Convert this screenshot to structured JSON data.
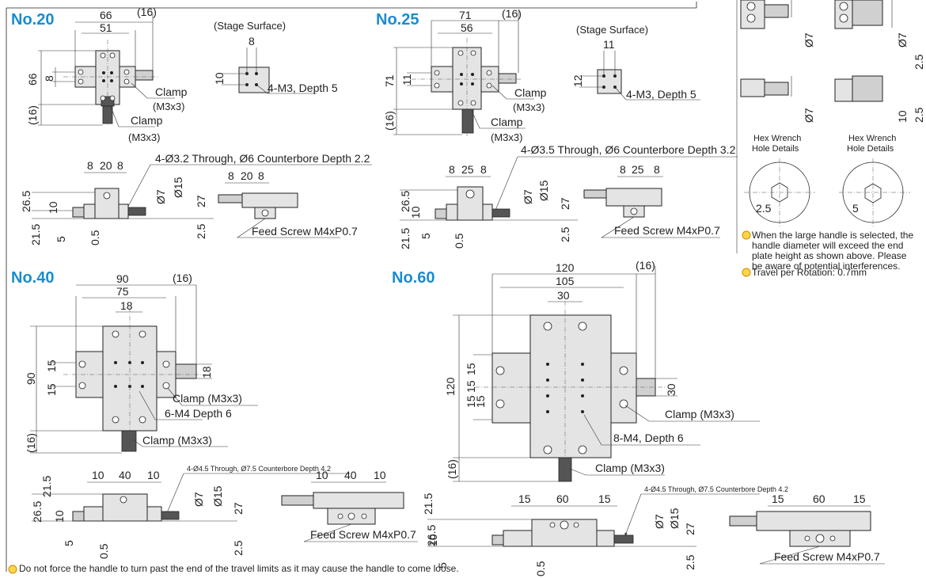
{
  "models": {
    "n20": {
      "title": "No.20",
      "w": "66",
      "h16": "(16)",
      "inner": "51",
      "h": "66",
      "p": "8",
      "h16b": "(16)",
      "clamp1": "Clamp",
      "clamp1b": "(M3x3)",
      "clamp2": "Clamp",
      "clamp2b": "(M3x3)",
      "stage": "(Stage Surface)",
      "st_w": "8",
      "st_h": "10",
      "st_note": "4-M3, Depth 5",
      "hole": "4-Ø3.2 Through, Ø6 Counterbore Depth 2.2",
      "s1": "8",
      "s2": "20",
      "s3": "8",
      "t1": "8",
      "t2": "20",
      "t3": "8",
      "v1": "26.5",
      "v2": "10",
      "v3": "21.5",
      "v4": "5",
      "v5": "0.5",
      "d7": "Ø7",
      "d15": "Ø15",
      "v27": "27",
      "v25": "2.5",
      "feed": "Feed Screw M4xP0.7"
    },
    "n25": {
      "title": "No.25",
      "w": "71",
      "h16": "(16)",
      "inner": "56",
      "h": "71",
      "p": "11",
      "h16b": "(16)",
      "clamp1": "Clamp",
      "clamp1b": "(M3x3)",
      "clamp2": "Clamp",
      "clamp2b": "(M3x3)",
      "stage": "(Stage Surface)",
      "st_w": "11",
      "st_h": "12",
      "st_note": "4-M3, Depth 5",
      "hole": "4-Ø3.5 Through, Ø6 Counterbore Depth 3.2",
      "s1": "8",
      "s2": "25",
      "s3": "8",
      "t1": "8",
      "t2": "25",
      "t3": "8",
      "v1": "26.5",
      "v2": "10",
      "v3": "21.5",
      "v4": "5",
      "v5": "0.5",
      "d7": "Ø7",
      "d15": "Ø15",
      "v27": "27",
      "v25": "2.5",
      "feed": "Feed Screw M4xP0.7"
    },
    "n40": {
      "title": "No.40",
      "w": "90",
      "h16": "(16)",
      "inner": "75",
      "c18": "18",
      "h": "90",
      "a": "15",
      "b": "15",
      "h16b": "(16)",
      "side18": "18",
      "clamp1": "Clamp (M3x3)",
      "clamp2": "Clamp (M3x3)",
      "taps": "6-M4 Depth 6",
      "hole": "4-Ø4.5 Through,  Ø7.5 Counterbore Depth 4.2",
      "s1": "10",
      "s2": "40",
      "s3": "10",
      "t1": "10",
      "t2": "40",
      "t3": "10",
      "v0": "21.5",
      "v1": "26.5",
      "v2": "10",
      "v4": "5",
      "v5": "0.5",
      "d7": "Ø7",
      "d15": "Ø15",
      "v27": "27",
      "v25": "2.5",
      "feed": "Feed Screw M4xP0.7"
    },
    "n60": {
      "title": "No.60",
      "w": "120",
      "h16": "(16)",
      "inner": "105",
      "c30": "30",
      "h": "120",
      "a": "15",
      "b": "15",
      "c": "15",
      "d": "15",
      "h16b": "(16)",
      "side30": "30",
      "clamp1": "Clamp (M3x3)",
      "clamp2": "Clamp (M3x3)",
      "taps": "8-M4, Depth 6",
      "hole": "4-Ø4.5 Through,  Ø7.5 Counterbore Depth 4.2",
      "s1": "15",
      "s2": "60",
      "s3": "15",
      "t1": "15",
      "t2": "60",
      "t3": "15",
      "v0": "21.5",
      "v1": "26.5",
      "v2": "10",
      "v4": "5",
      "v5": "0.5",
      "d7": "Ø7",
      "d15": "Ø15",
      "v27": "27",
      "v25": "2.5",
      "feed": "Feed Screw M4xP0.7"
    }
  },
  "handles": {
    "d7a": "Ø7",
    "d7b": "Ø7",
    "r25a": "2.5",
    "r10": "10",
    "r25b": "2.5",
    "hex1": "Hex Wrench",
    "hex1b": "Hole Details",
    "hex2": "Hex Wrench",
    "hex2b": "Hole Details",
    "hx1": "2.5",
    "hx2": "5"
  },
  "notes": {
    "large_handle": "When the large handle is selected, the handle diameter will exceed the end plate height as shown above. Please be aware of potential interferences.",
    "travel": "Travel per Rotation: 0.7mm",
    "footer": "Do not force the handle to turn past the end of the travel limits as it may cause the handle to come loose."
  },
  "colors": {
    "title": "#1a8ccf",
    "bullet": "#ffd54a"
  }
}
